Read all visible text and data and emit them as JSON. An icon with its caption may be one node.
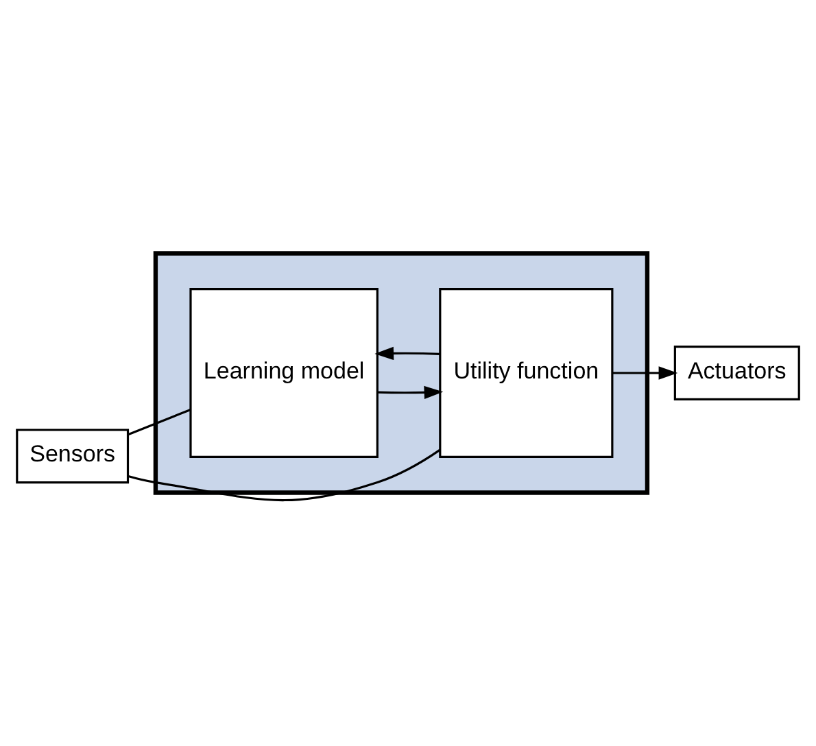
{
  "diagram": {
    "nodes": [
      {
        "text": [],
        "shape": "box"
      },
      {
        "text": [
          "Learning model"
        ],
        "in": 0
      },
      {
        "text": [
          "Utility function"
        ],
        "in": 0
      },
      {
        "text": [
          "Sensors"
        ]
      },
      {
        "text": [
          "Actuators"
        ]
      }
    ],
    "edges": [
      {
        "from": 3,
        "to": 1,
        "arrow": "none"
      },
      {
        "from": 3,
        "to": 2,
        "arrow": "none"
      },
      {
        "from": 1,
        "to": 2,
        "arrow": "to"
      },
      {
        "from": 2,
        "to": 1,
        "arrow": "to"
      },
      {
        "from": 2,
        "to": 4,
        "arrow": "to"
      }
    ]
  }
}
